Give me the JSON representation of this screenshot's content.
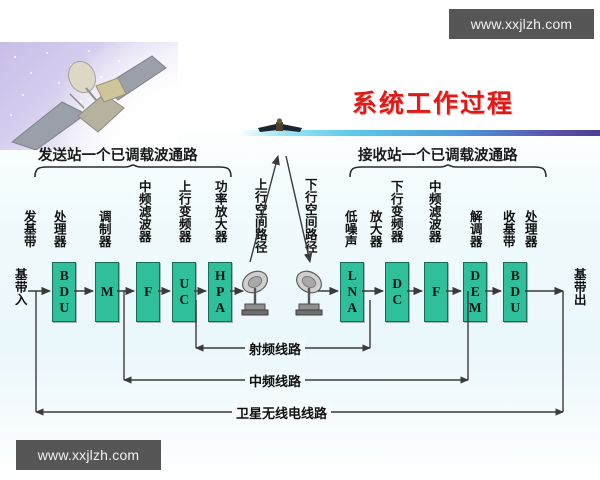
{
  "title": "系统工作过程",
  "watermarks": [
    {
      "text": "www.xxjlzh.com"
    },
    {
      "text": "www.xxjlzh.com"
    }
  ],
  "headers": {
    "left": "发送站一个已调载波通路",
    "right": "接收站一个已调载波通路"
  },
  "io": {
    "input": "基带入",
    "output": "基带出"
  },
  "paths": {
    "uplink": "上行空间路径",
    "downlink": "下行空间路径"
  },
  "tx_labels": [
    {
      "text": "发基带"
    },
    {
      "text": "处理器"
    },
    {
      "text": "调制器"
    },
    {
      "text": "中频滤波器"
    },
    {
      "text": "上行变频器"
    },
    {
      "text": "功率放大器"
    }
  ],
  "rx_labels": [
    {
      "text": "低噪声"
    },
    {
      "text": "放大器"
    },
    {
      "text": "下行变频器"
    },
    {
      "text": "中频滤波器"
    },
    {
      "text": "解调器"
    },
    {
      "text": "收基带"
    },
    {
      "text": "处理器"
    }
  ],
  "tx_blocks": [
    {
      "code": "BDU"
    },
    {
      "code": "M"
    },
    {
      "code": "F"
    },
    {
      "code": "UC"
    },
    {
      "code": "HPA"
    }
  ],
  "rx_blocks": [
    {
      "code": "LNA"
    },
    {
      "code": "DC"
    },
    {
      "code": "F"
    },
    {
      "code": "DEM"
    },
    {
      "code": "BDU"
    }
  ],
  "spans": [
    {
      "label": "射频线路"
    },
    {
      "label": "中频线路"
    },
    {
      "label": "卫星无线电线路"
    }
  ],
  "colors": {
    "block_fill": "#2fbf9a",
    "block_border": "#1a6b55",
    "title_red": "#e01b17",
    "watermark_bg": "#565656",
    "line": "#3a3a3a"
  }
}
